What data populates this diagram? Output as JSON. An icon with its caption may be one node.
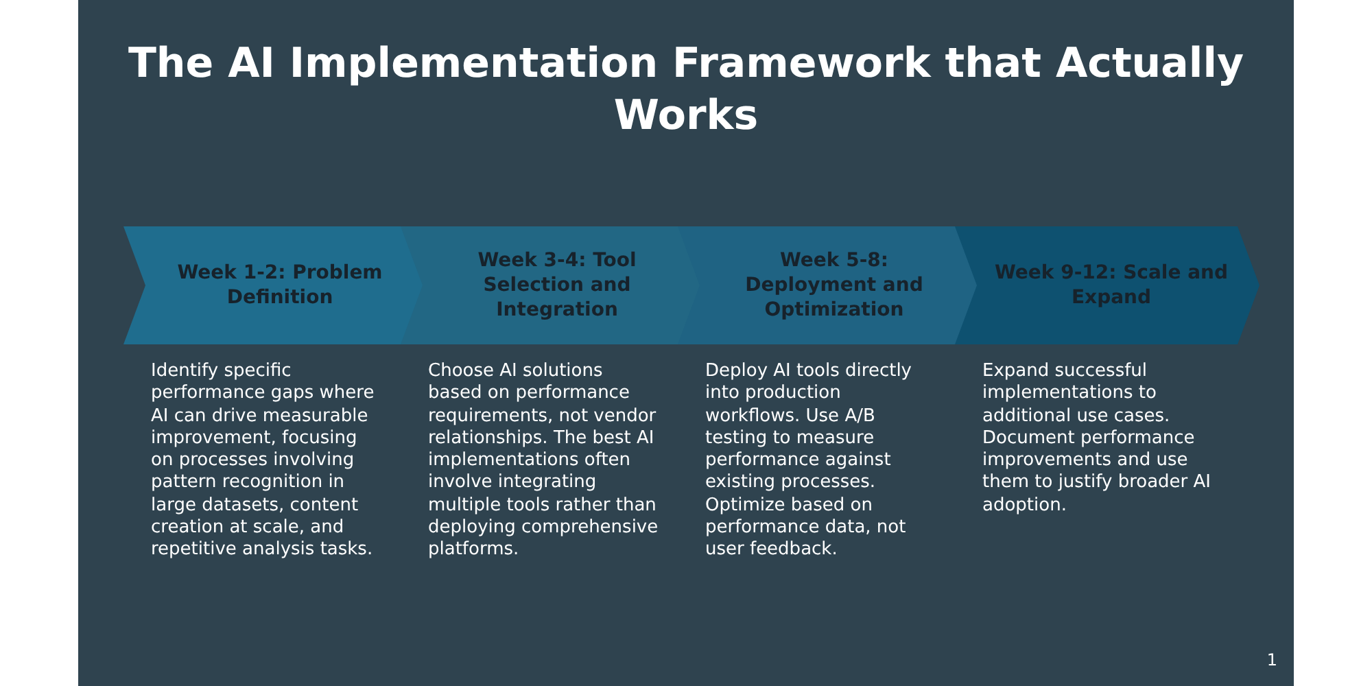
{
  "diagram": {
    "title": "The AI Implementation Framework that Actually Works",
    "nodes": [
      {
        "text": [
          "Week 1-2: Problem Definition"
        ],
        "beside": [
          "Identify specific performance gaps where AI can drive measurable improvement, focusing on processes involving pattern recognition in large datasets, content creation at scale, and repetitive analysis tasks."
        ]
      },
      {
        "text": [
          "Week 3-4: Tool Selection and Integration"
        ],
        "beside": [
          "Choose AI solutions based on performance requirements, not vendor relationships. The best AI implementations often involve integrating multiple tools rather than deploying comprehensive platforms."
        ]
      },
      {
        "text": [
          "Week 5-8: Deployment and Optimization"
        ],
        "beside": [
          "Deploy AI tools directly into production workflows. Use A/B testing to measure performance against existing processes. Optimize based on performance data, not user feedback."
        ]
      },
      {
        "text": [
          "Week 9-12: Scale and Expand"
        ],
        "beside": [
          "Expand successful implementations to additional use cases. Document performance improvements and use them to justify broader AI adoption."
        ]
      }
    ],
    "edges": [],
    "labels": [
      "1"
    ]
  }
}
